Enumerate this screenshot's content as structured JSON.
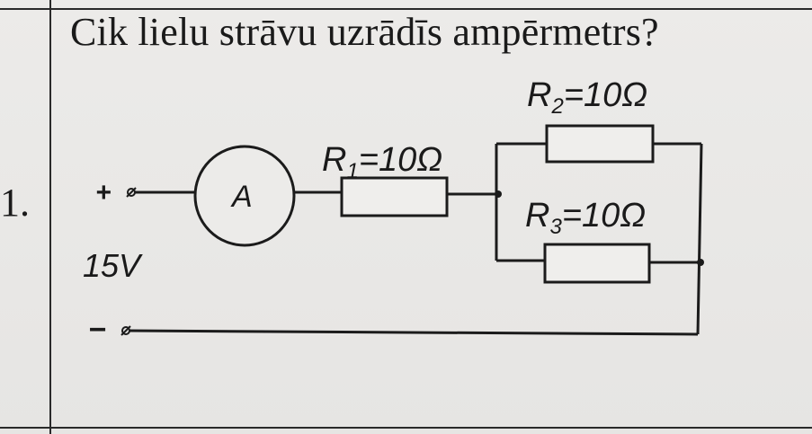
{
  "question": {
    "number": "1.",
    "text": "Cik lielu strāvu uzrādīs ampērmetrs?"
  },
  "circuit": {
    "terminal_plus": "+",
    "terminal_minus": "−",
    "source_voltage": "15V",
    "ammeter_symbol": "A",
    "resistors": [
      {
        "name": "R",
        "sub": "1",
        "value": "=10Ω"
      },
      {
        "name": "R",
        "sub": "2",
        "value": "=10Ω"
      },
      {
        "name": "R",
        "sub": "3",
        "value": "=10Ω"
      }
    ]
  }
}
